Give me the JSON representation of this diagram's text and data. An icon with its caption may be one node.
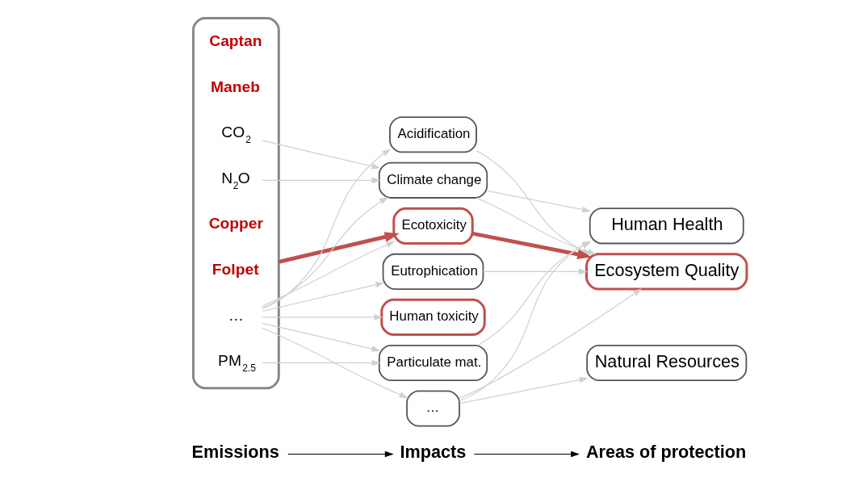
{
  "diagram": {
    "nodes": [
      {
        "text": [
          "Emissions"
        ]
      },
      {
        "text": [
          "Impacts"
        ]
      },
      {
        "text": [
          "Areas of protection"
        ]
      },
      {
        "text": [],
        "shape": "box"
      },
      {
        "text": [
          "CO$_{2}$"
        ],
        "in": 3
      },
      {
        "text": [
          "N$_{2}$O"
        ],
        "in": 3
      },
      {
        "text": [
          "Maneb"
        ],
        "in": 3
      },
      {
        "text": [
          "Captan"
        ],
        "in": 3
      },
      {
        "text": [
          "Folpet"
        ],
        "in": 3
      },
      {
        "text": [
          "Copper"
        ],
        "in": 3
      },
      {
        "text": [
          "PM$_{2.5}$"
        ],
        "in": 3
      },
      {
        "text": [
          "…"
        ],
        "in": 3
      },
      {
        "text": [
          "Acidification"
        ]
      },
      {
        "text": [
          "Climate change"
        ]
      },
      {
        "text": [
          "Ecotoxicity"
        ]
      },
      {
        "text": [
          "Eutrophication"
        ]
      },
      {
        "text": [
          "Human toxicity"
        ]
      },
      {
        "text": [
          "Particulate mat."
        ]
      },
      {
        "text": [
          "…"
        ]
      },
      {
        "text": [
          "Human Health"
        ]
      },
      {
        "text": [
          "Ecosystem Quality"
        ]
      },
      {
        "text": [
          "Natural Resources"
        ]
      }
    ],
    "edges": [
      {
        "from": 0,
        "to": 1,
        "arrow": "to",
        "color": "#000000"
      },
      {
        "from": 1,
        "to": 2,
        "arrow": "to",
        "color": "#000000"
      },
      {
        "from": 4,
        "to": 13,
        "arrow": "to"
      },
      {
        "from": 5,
        "to": 13,
        "arrow": "to"
      },
      {
        "from": 10,
        "to": 17,
        "arrow": "to"
      },
      {
        "from": 11,
        "to": 12,
        "arrow": "to"
      },
      {
        "from": 11,
        "to": 13,
        "arrow": "to"
      },
      {
        "from": 11,
        "to": 14,
        "arrow": "to"
      },
      {
        "from": 11,
        "to": 15,
        "arrow": "to"
      },
      {
        "from": 11,
        "to": 16,
        "arrow": "to"
      },
      {
        "from": 11,
        "to": 17,
        "arrow": "to"
      },
      {
        "from": 11,
        "to": 18,
        "arrow": "to"
      },
      {
        "from": 3,
        "to": 14,
        "arrow": "to",
        "style": "thick",
        "color": "#c0504d"
      },
      {
        "from": 12,
        "to": 20,
        "arrow": "to"
      },
      {
        "from": 13,
        "to": 19,
        "arrow": "to"
      },
      {
        "from": 13,
        "to": 20,
        "arrow": "to"
      },
      {
        "from": 14,
        "to": 20,
        "arrow": "to",
        "style": "thick",
        "color": "#c0504d"
      },
      {
        "from": 15,
        "to": 20,
        "arrow": "to"
      },
      {
        "from": 17,
        "to": 19,
        "arrow": "to"
      },
      {
        "from": 18,
        "to": 19,
        "arrow": "to"
      },
      {
        "from": 18,
        "to": 20,
        "arrow": "to"
      },
      {
        "from": 18,
        "to": 21,
        "arrow": "to"
      }
    ]
  }
}
